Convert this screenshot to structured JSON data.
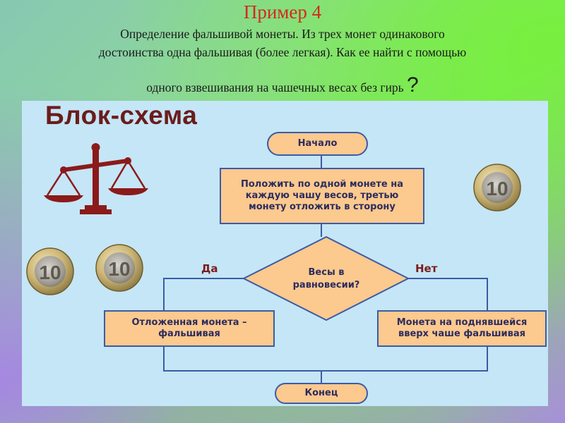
{
  "slide": {
    "title": "Пример 4",
    "problem_line1": "Определение фальшивой монеты. Из трех монет одинакового",
    "problem_line2": "достоинства одна фальшивая (более легкая). Как ее найти с помощью",
    "problem_line3": "одного взвешивания на чашечных весах без гирь",
    "question_mark": "?"
  },
  "flowchart": {
    "heading": "Блок-схема",
    "start": "Начало",
    "step1": "Положить по одной монете на каждую чашу весов, третью монету отложить в сторону",
    "decision": "Весы в равновесии?",
    "yes_label": "Да",
    "no_label": "Нет",
    "yes_result": "Отложенная монета – фальшивая",
    "no_result": "Монета на поднявшейся вверх чаше фальшивая",
    "end": "Конец"
  },
  "coins": {
    "denomination": "10"
  },
  "colors": {
    "title": "#d32a1e",
    "box_fill": "#fcc98e",
    "box_border": "#3b5ba6",
    "panel": "#c5e6f6",
    "heading": "#6b1c1c",
    "scale": "#8b1a1a"
  },
  "icons": [
    "scales-icon",
    "coin-icon"
  ]
}
